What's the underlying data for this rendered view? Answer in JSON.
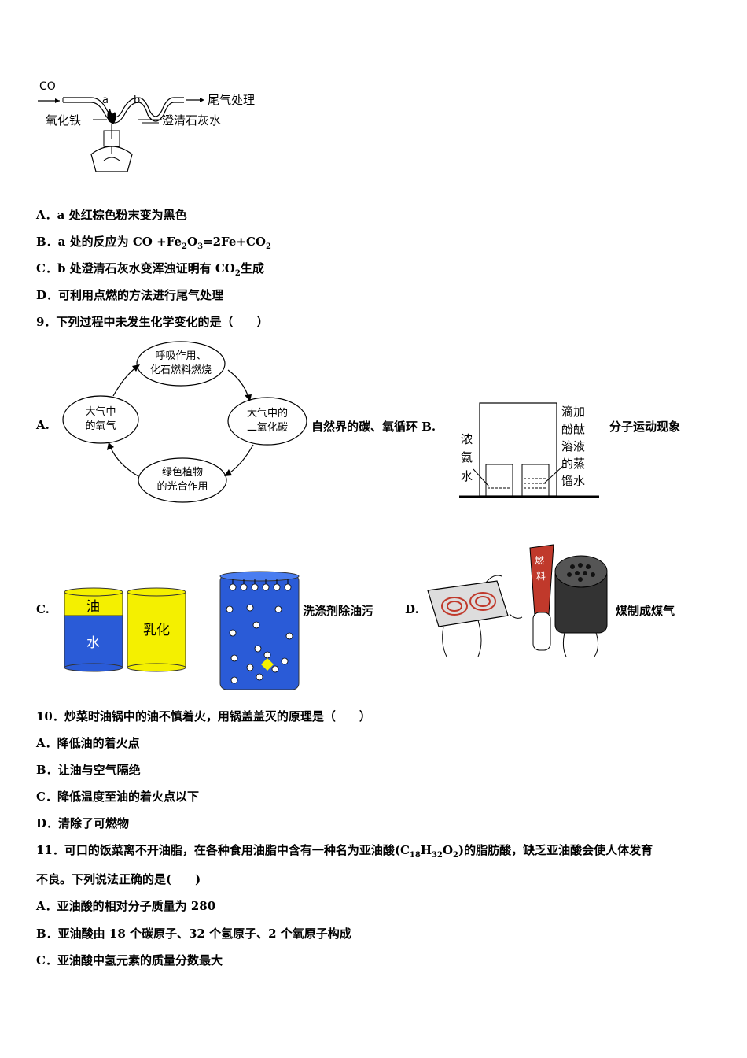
{
  "apparatus": {
    "co_label": "CO",
    "a_label": "a",
    "b_label": "b",
    "exhaust_label": "尾气处理",
    "iron_oxide_label": "氧化铁",
    "limewater_label": "澄清石灰水"
  },
  "q8_options": {
    "A": "A．a 处红棕色粉末变为黑色",
    "B_prefix": "B．a 处的反应为 CO +Fe",
    "B_mid1": "O",
    "B_mid2": "=2Fe+CO",
    "B_sub1": "2",
    "B_sub2": "3",
    "B_sub3": "2",
    "C_prefix": "C．b 处澄清石灰水变浑浊证明有 CO",
    "C_sub": "2",
    "C_suffix": "生成",
    "D": "D．可利用点燃的方法进行尾气处理"
  },
  "q9": {
    "stem": "9．下列过程中未发生化学变化的是（　　）",
    "A_label": "A.",
    "cycle_top_line1": "呼吸作用、",
    "cycle_top_line2": "化石燃料燃烧",
    "cycle_left_line1": "大气中",
    "cycle_left_line2": "的氧气",
    "cycle_right_line1": "大气中的",
    "cycle_right_line2": "二氧化碳",
    "cycle_bottom_line1": "绿色植物",
    "cycle_bottom_line2": "的光合作用",
    "A_caption": "自然界的碳、氧循环 B.",
    "B_left_label": [
      "浓",
      "氨",
      "水"
    ],
    "B_right_label": [
      "滴加",
      "酚酞",
      "溶液",
      "的蒸",
      "馏水"
    ],
    "B_caption": "分子运动现象",
    "C_label": "C.",
    "C_oil": "油",
    "C_water": "水",
    "C_emulsion": "乳化",
    "C_caption": "洗涤剂除油污",
    "D_label": "D.",
    "D_fuel": "燃料",
    "D_caption": "煤制成煤气"
  },
  "q10": {
    "stem": "10．炒菜时油锅中的油不慎着火，用锅盖盖灭的原理是（　　）",
    "A": "A．降低油的着火点",
    "B": "B．让油与空气隔绝",
    "C": "C．降低温度至油的着火点以下",
    "D": "D．清除了可燃物"
  },
  "q11": {
    "stem_prefix": "11．可口的饭菜离不开油脂，在各种食用油脂中含有一种名为亚油酸(C",
    "sub1": "18",
    "mid1": "H",
    "sub2": "32",
    "mid2": "O",
    "sub3": "2",
    "stem_suffix": ")的脂肪酸，缺乏亚油酸会使人体发育",
    "stem_line2": "不良。下列说法正确的是(　　)",
    "A": "A．亚油酸的相对分子质量为 280",
    "B": "B．亚油酸由 18 个碳原子、32 个氢原子、2 个氧原子构成",
    "C": "C．亚油酸中氢元素的质量分数最大"
  },
  "colors": {
    "water_blue": "#2a5bd7",
    "oil_yellow": "#f4f000",
    "fuel_red": "#c0392b"
  }
}
